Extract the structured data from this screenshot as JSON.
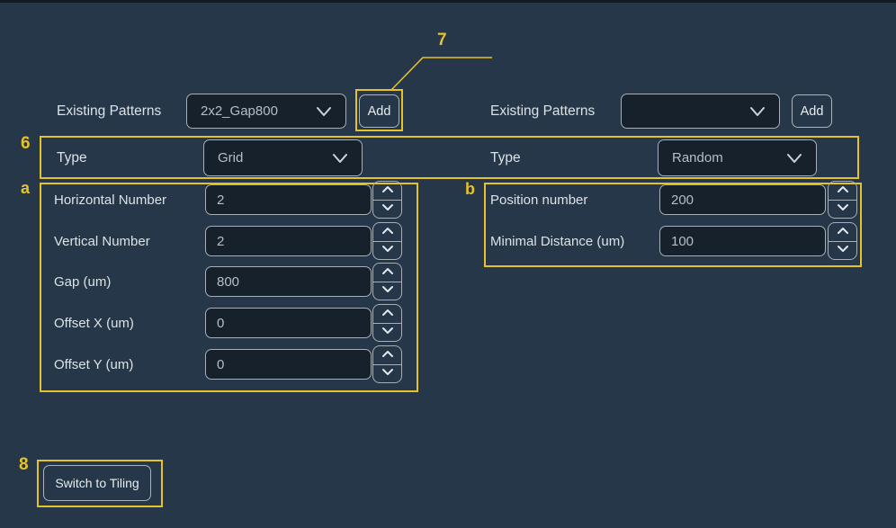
{
  "colors": {
    "background": "#253748",
    "field_background": "#16212c",
    "field_border": "#a7afb7",
    "label_text": "#dde2e6",
    "value_text": "#b6bfc8",
    "annotation": "#e6c229"
  },
  "left_panel": {
    "existing_patterns": {
      "label": "Existing Patterns",
      "selected": "2x2_Gap800",
      "add_button": "Add"
    },
    "type": {
      "label": "Type",
      "selected": "Grid"
    },
    "fields": [
      {
        "label": "Horizontal Number",
        "value": "2"
      },
      {
        "label": "Vertical Number",
        "value": "2"
      },
      {
        "label": "Gap (um)",
        "value": "800"
      },
      {
        "label": "Offset X (um)",
        "value": "0"
      },
      {
        "label": "Offset Y (um)",
        "value": "0"
      }
    ],
    "switch_button": "Switch to Tiling"
  },
  "right_panel": {
    "existing_patterns": {
      "label": "Existing Patterns",
      "selected": "",
      "add_button": "Add"
    },
    "type": {
      "label": "Type",
      "selected": "Random"
    },
    "fields": [
      {
        "label": "Position number",
        "value": "200"
      },
      {
        "label": "Minimal Distance (um)",
        "value": "100"
      }
    ]
  },
  "annotations": {
    "six": "6",
    "seven": "7",
    "eight": "8",
    "a": "a",
    "b": "b"
  }
}
